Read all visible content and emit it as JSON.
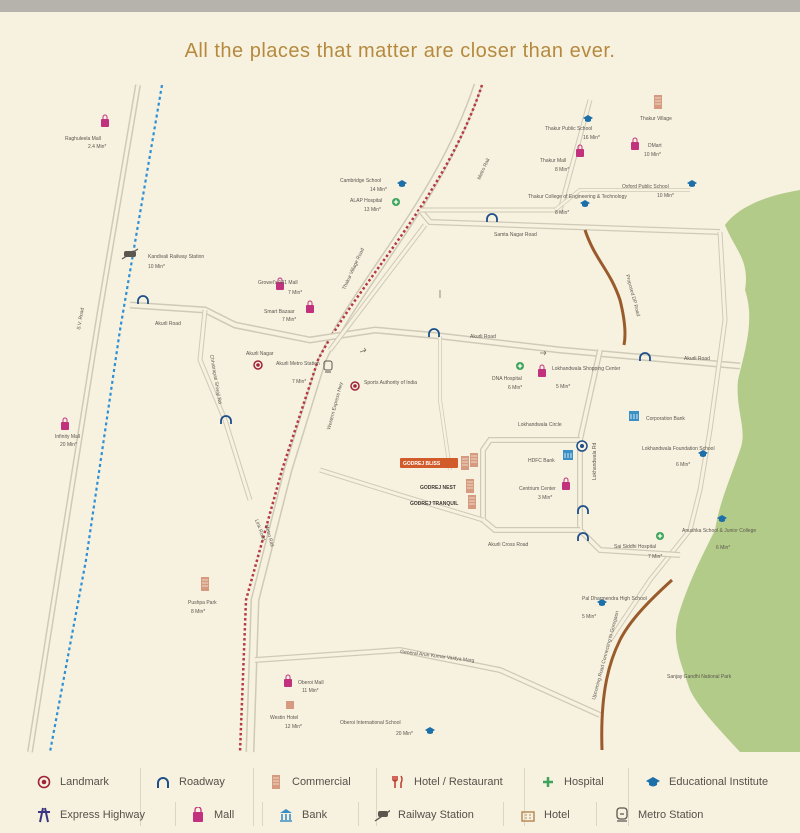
{
  "title": "All the places that matter are closer than ever.",
  "colors": {
    "background": "#f7f1df",
    "road": "#cfc9b8",
    "metro": "#b43b42",
    "rail": "#2d8fd6",
    "mall": "#c2317e",
    "education": "#1c6fa8",
    "hospital": "#3da45a",
    "park": "#a7c47a",
    "expressway": "#9a5b2c",
    "commercial": "#d69a80",
    "title": "#b58a3f"
  },
  "places": {
    "raghuleela": {
      "name": "Raghuleela Mall",
      "dist": "2.4 Min*"
    },
    "kandivali": {
      "name": "Kandivali Railway Station",
      "dist": "10 Min*"
    },
    "infinity": {
      "name": "Infinity Mall",
      "dist": "20 Min*"
    },
    "growels": {
      "name": "Growel's 101 Mall",
      "dist": "7 Min*"
    },
    "smart_bazaar": {
      "name": "Smart Bazaar",
      "dist": "7 Min*"
    },
    "akurli_nagar": {
      "name": "Akurli Nagar"
    },
    "akurli_metro": {
      "name": "Akurli Metro Station",
      "dist": "7 Min*"
    },
    "sports_authority": {
      "name": "Sports Authority of India"
    },
    "thakur_public": {
      "name": "Thakur Public School",
      "dist": "16 Min*"
    },
    "thakur_village": {
      "name": "Thakur Village"
    },
    "thakur_mall": {
      "name": "Thakur Mall",
      "dist": "8 Min*"
    },
    "dmart": {
      "name": "DMart",
      "dist": "10 Min*"
    },
    "oxford": {
      "name": "Oxford Public School",
      "dist": "10 Min*"
    },
    "cambridge": {
      "name": "Cambridge School",
      "dist": "14 Min*"
    },
    "alap": {
      "name": "ALAP Hospital",
      "dist": "13 Min*"
    },
    "thakur_college": {
      "name": "Thakur College of Engineering & Technology",
      "dist": "8 Min*"
    },
    "samta_nagar": {
      "name": "Samta Nagar Road"
    },
    "dna_hospital": {
      "name": "DNA Hospital",
      "dist": "6 Min*"
    },
    "lokhandwala_shopping": {
      "name": "Lokhandwala Shopping Center",
      "dist": "5 Min*"
    },
    "lokhandwala_circle": {
      "name": "Lokhandwala Circle"
    },
    "hdfc": {
      "name": "HDFC Bank"
    },
    "godrej_bkc": {
      "name": "GODREJ BLISS"
    },
    "godrej_nest": {
      "name": "GODREJ NEST"
    },
    "godrej_tranquil": {
      "name": "GODREJ TRANQUIL"
    },
    "centrium": {
      "name": "Centrium Center",
      "dist": "3 Min*"
    },
    "corporation_bank": {
      "name": "Corporation Bank"
    },
    "lokhandwala_foundation": {
      "name": "Lokhandwala Foundation School",
      "dist": "6 Min*"
    },
    "anushka": {
      "name": "Anushka School & Junior College",
      "dist": "6 Min*"
    },
    "sai_siddhi": {
      "name": "Sai Siddhi Hospital",
      "dist": "7 Min*"
    },
    "pal_dharmendra": {
      "name": "Pal Dharmendra High School",
      "dist": "5 Min*"
    },
    "pushpa_park": {
      "name": "Pushpa Park",
      "dist": "8 Min*"
    },
    "oberoi_mall": {
      "name": "Oberoi Mall",
      "dist": "11 Min*"
    },
    "westin": {
      "name": "Westin Hotel",
      "dist": "12 Min*"
    },
    "oberoi_school": {
      "name": "Oberoi International School",
      "dist": "20 Min*"
    },
    "sgnp": {
      "name": "Sanjay Gandhi National Park"
    }
  },
  "roads": {
    "sv_road": "S.V. Road",
    "akurli_road_w": "Akurli Road",
    "akurli_road_e": "Akurli Road",
    "akurli_road_mid": "Akurli Road",
    "metro_rail_n": "Metro Rail",
    "metro_rail_s": "Metro Rail",
    "western_express": "Western Express Hwy",
    "thakur_village_rd": "Thakur Village Road",
    "link_road": "Link Road",
    "lokhandwala_rd": "Lokhandwala Rd",
    "akurli_cross": "Akurli Cross Road",
    "general_vaidya": "General Arun Kumar Vaidya Marg",
    "proposed_dp": "Proposed DP Road",
    "upcoming_goregaon": "Upcoming Road Connecting to Goregaon",
    "chhatrapati": "Chhatrapati Shivaji Rd"
  },
  "legend": [
    {
      "icon": "landmark-icon",
      "label": "Landmark"
    },
    {
      "icon": "roadway-icon",
      "label": "Roadway"
    },
    {
      "icon": "commercial-icon",
      "label": "Commercial"
    },
    {
      "icon": "restaurant-icon",
      "label": "Hotel / Restaurant"
    },
    {
      "icon": "hospital-icon",
      "label": "Hospital"
    },
    {
      "icon": "education-icon",
      "label": "Educational Institute"
    },
    {
      "icon": "express-highway-icon",
      "label": "Express Highway"
    },
    {
      "icon": "mall-icon",
      "label": "Mall"
    },
    {
      "icon": "bank-icon",
      "label": "Bank"
    },
    {
      "icon": "railway-icon",
      "label": "Railway Station"
    },
    {
      "icon": "hotel-icon",
      "label": "Hotel"
    },
    {
      "icon": "metro-station-icon",
      "label": "Metro Station"
    }
  ]
}
